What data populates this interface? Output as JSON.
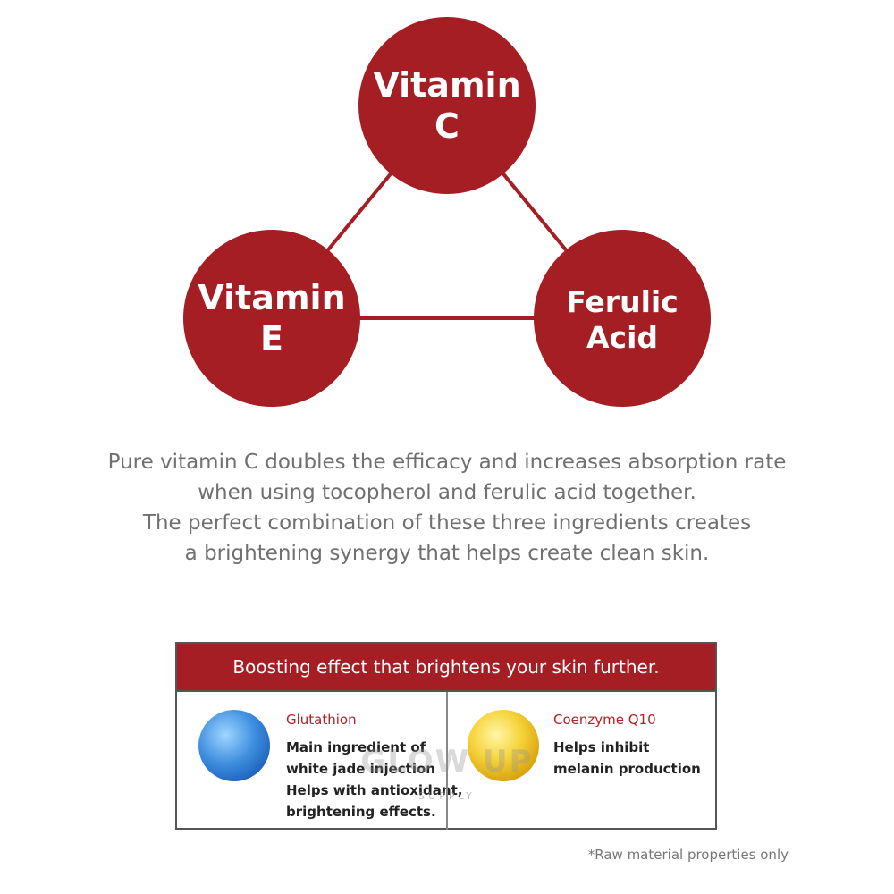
{
  "diagram": {
    "nodes": [
      {
        "id": "vitamin-c",
        "lines": [
          "Vitamin",
          "C"
        ]
      },
      {
        "id": "vitamin-e",
        "lines": [
          "Vitamin",
          "E"
        ]
      },
      {
        "id": "ferulic-acid",
        "lines": [
          "Ferulic",
          "Acid"
        ]
      }
    ],
    "edges": [
      [
        "vitamin-c",
        "vitamin-e"
      ],
      [
        "vitamin-c",
        "ferulic-acid"
      ],
      [
        "vitamin-e",
        "ferulic-acid"
      ]
    ],
    "node_color": "#a51e24",
    "edge_color": "#a51e24"
  },
  "description": {
    "lines": [
      "Pure vitamin C doubles the efficacy and increases absorption rate",
      "when using tocopherol and ferulic acid together.",
      "The perfect combination of these three ingredients creates",
      "a brightening synergy that helps create clean skin."
    ]
  },
  "boost_box": {
    "header": "Boosting effect that brightens your skin further.",
    "ingredients": [
      {
        "name": "Glutathion",
        "desc": [
          "Main ingredient of",
          "white jade injection",
          "Helps with antioxidant,",
          "brightening effects."
        ],
        "icon": "blue-orb-icon"
      },
      {
        "name": "Coenzyme Q10",
        "desc": [
          "Helps inhibit",
          "melanin production"
        ],
        "icon": "gold-orb-icon"
      }
    ]
  },
  "watermark": {
    "main": "GLOW UP",
    "sub": "SUPPLY"
  },
  "footnote": "*Raw material properties only"
}
